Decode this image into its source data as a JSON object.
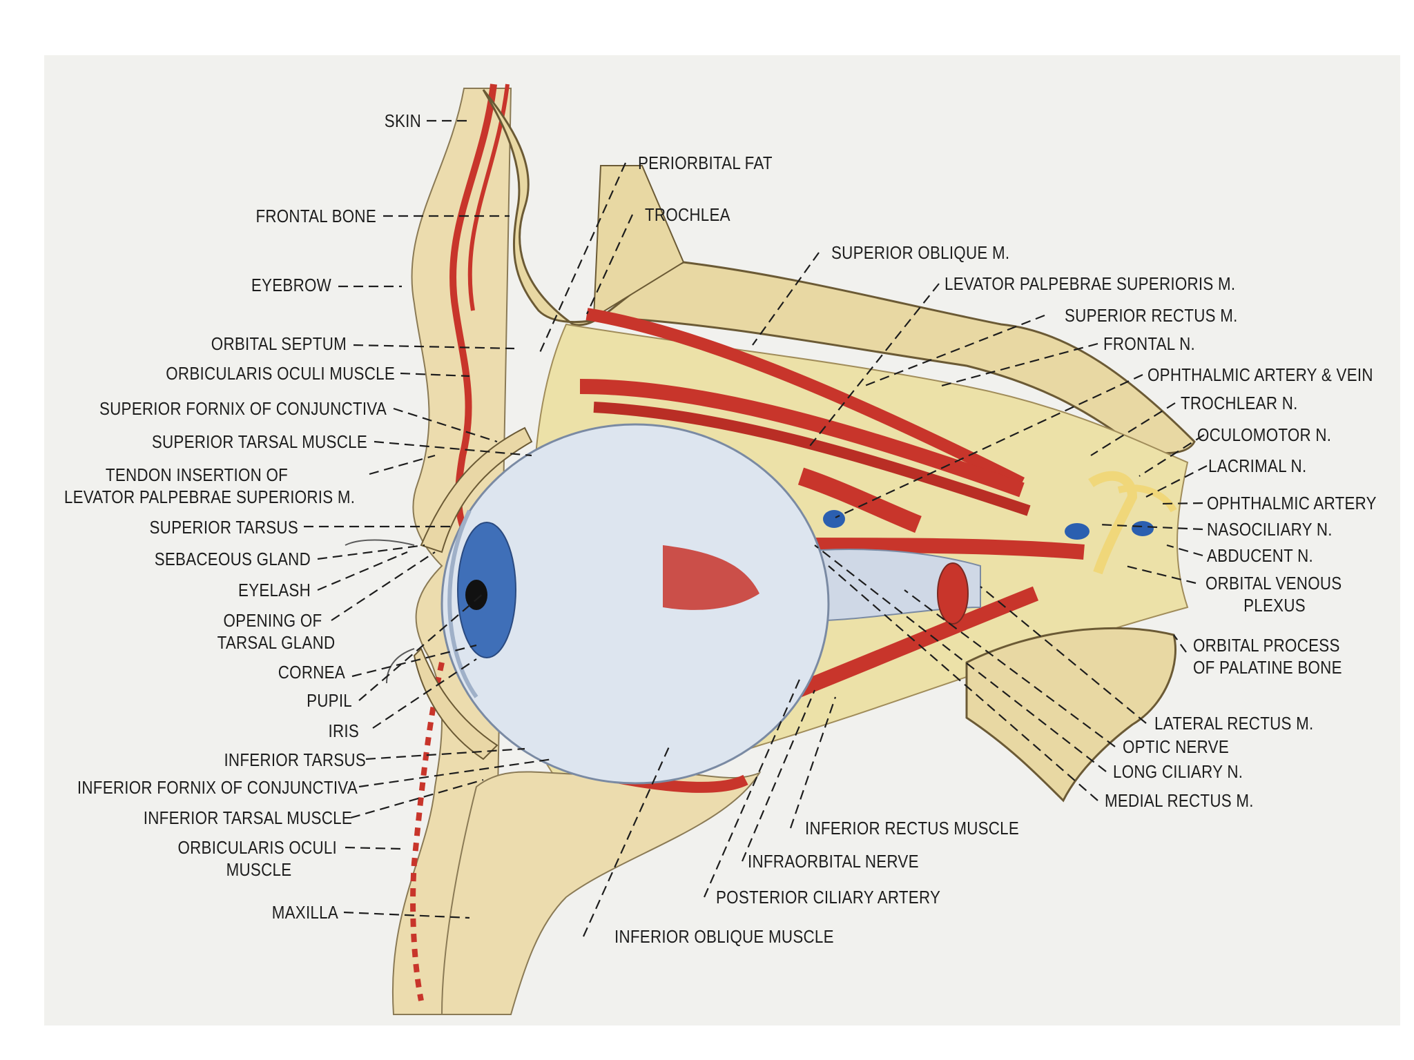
{
  "labels": {
    "skin": "SKIN",
    "frontal_bone": "FRONTAL BONE",
    "eyebrow": "EYEBROW",
    "orbital_septum": "ORBITAL SEPTUM",
    "orbicularis_oculi_muscle": "ORBICULARIS OCULI MUSCLE",
    "superior_fornix": "SUPERIOR FORNIX OF CONJUNCTIVA",
    "superior_tarsal_muscle": "SUPERIOR TARSAL MUSCLE",
    "tendon_insertion_1": "TENDON INSERTION OF",
    "tendon_insertion_2": "LEVATOR PALPEBRAE SUPERIORIS M.",
    "superior_tarsus": "SUPERIOR TARSUS",
    "sebaceous_gland": "SEBACEOUS GLAND",
    "eyelash": "EYELASH",
    "opening_tarsal_1": "OPENING OF",
    "opening_tarsal_2": "TARSAL GLAND",
    "cornea": "CORNEA",
    "pupil": "PUPIL",
    "iris": "IRIS",
    "inferior_tarsus": "INFERIOR TARSUS",
    "inferior_fornix": "INFERIOR FORNIX OF CONJUNCTIVA",
    "inferior_tarsal_muscle": "INFERIOR TARSAL MUSCLE",
    "orbicularis_oculi_lower_1": "ORBICULARIS OCULI",
    "orbicularis_oculi_lower_2": "MUSCLE",
    "maxilla": "MAXILLA",
    "periorbital_fat": "PERIORBITAL FAT",
    "trochlea": "TROCHLEA",
    "superior_oblique": "SUPERIOR OBLIQUE M.",
    "levator_palpebrae": "LEVATOR PALPEBRAE SUPERIORIS M.",
    "superior_rectus": "SUPERIOR RECTUS M.",
    "frontal_n": "FRONTAL N.",
    "ophthalmic_artery_vein": "OPHTHALMIC ARTERY & VEIN",
    "trochlear_n": "TROCHLEAR N.",
    "oculomotor_n": "OCULOMOTOR N.",
    "lacrimal_n": "LACRIMAL N.",
    "ophthalmic_artery": "OPHTHALMIC ARTERY",
    "nasociliary_n": "NASOCILIARY N.",
    "abducent_n": "ABDUCENT N.",
    "orbital_venous_1": "ORBITAL VENOUS",
    "orbital_venous_2": "PLEXUS",
    "orbital_process_1": "ORBITAL PROCESS",
    "orbital_process_2": "OF PALATINE BONE",
    "lateral_rectus": "LATERAL RECTUS M.",
    "optic_nerve": "OPTIC NERVE",
    "long_ciliary": "LONG CILIARY N.",
    "medial_rectus": "MEDIAL RECTUS M.",
    "inferior_rectus": "INFERIOR RECTUS MUSCLE",
    "infraorbital_nerve": "INFRAORBITAL NERVE",
    "posterior_ciliary": "POSTERIOR CILIARY ARTERY",
    "inferior_oblique": "INFERIOR OBLIQUE MUSCLE"
  },
  "colors": {
    "paper": "#f1f1ee",
    "bone": "#ead9a6",
    "fat": "#ece1a8",
    "muscle": "#c8352b",
    "vein": "#2b5fb0",
    "nerve": "#f0d77a",
    "sclera": "#dde5ef",
    "iris": "#3f6fb8"
  }
}
